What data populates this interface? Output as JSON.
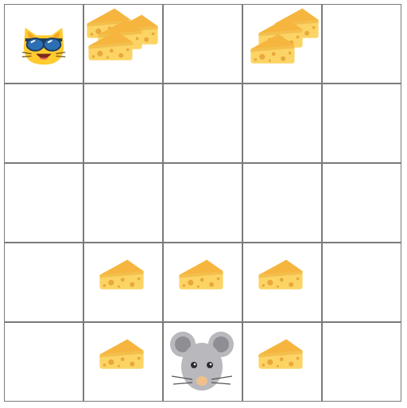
{
  "board": {
    "rows": 5,
    "cols": 5,
    "grid_line_color": "#7a7a7a",
    "pieces": [
      {
        "row": 0,
        "col": 0,
        "type": "cat",
        "icon": "cool-cat-face-icon"
      },
      {
        "row": 0,
        "col": 1,
        "type": "cheese",
        "count": 4,
        "icon": "cheese-icon"
      },
      {
        "row": 0,
        "col": 3,
        "type": "cheese",
        "count": 3,
        "icon": "cheese-icon"
      },
      {
        "row": 3,
        "col": 1,
        "type": "cheese",
        "count": 1,
        "icon": "cheese-icon"
      },
      {
        "row": 3,
        "col": 2,
        "type": "cheese",
        "count": 1,
        "icon": "cheese-icon"
      },
      {
        "row": 3,
        "col": 3,
        "type": "cheese",
        "count": 1,
        "icon": "cheese-icon"
      },
      {
        "row": 4,
        "col": 1,
        "type": "cheese",
        "count": 1,
        "icon": "cheese-icon"
      },
      {
        "row": 4,
        "col": 2,
        "type": "mouse",
        "icon": "mouse-face-icon"
      },
      {
        "row": 4,
        "col": 3,
        "type": "cheese",
        "count": 1,
        "icon": "cheese-icon"
      }
    ]
  },
  "colors": {
    "cheese_top": "#f6b53f",
    "cheese_body": "#fcd465",
    "cheese_hole": "#e8a83a",
    "cat_face": "#ffcb2f",
    "sunglasses": "#2d6fb4",
    "mouse_gray": "#b8b8bd",
    "mouse_ear_inner": "#8e8e94"
  }
}
